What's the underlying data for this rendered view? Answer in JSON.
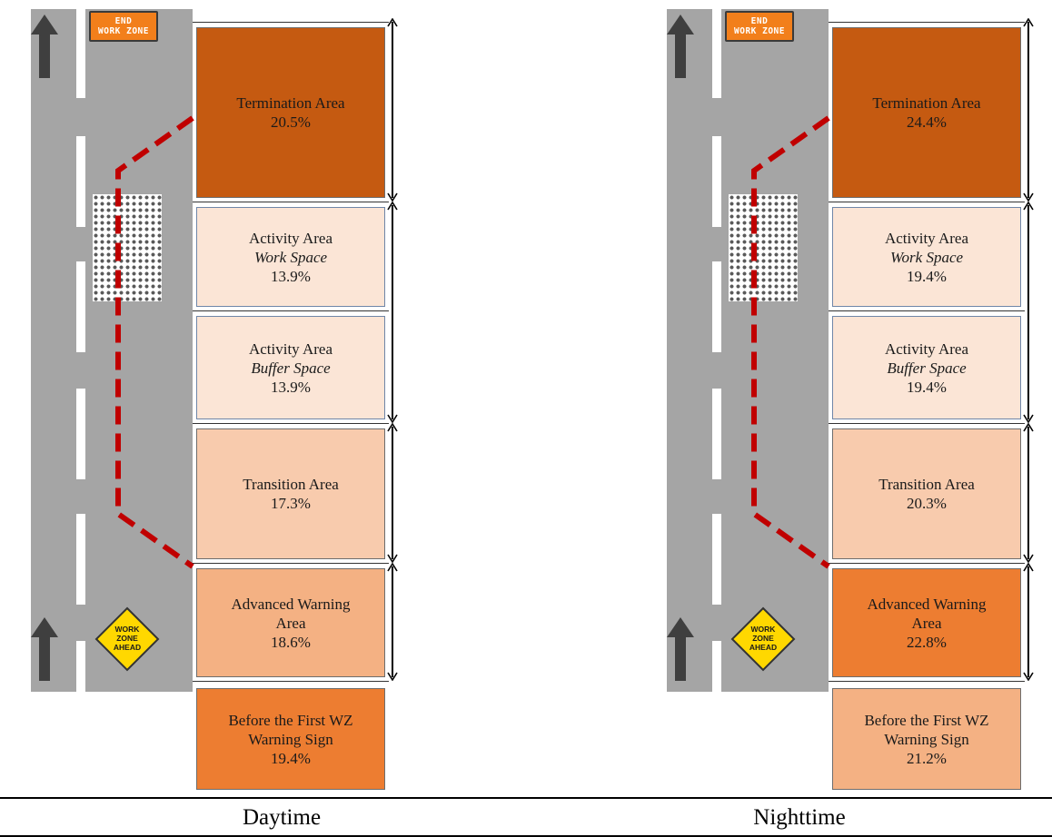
{
  "colors": {
    "road": "#a5a5a5",
    "lane_marking": "#ffffff",
    "cone_taper": "#c00000",
    "end_sign": "#f27f1b",
    "warning_sign": "#ffd800",
    "arrow": "#3f3f3f"
  },
  "icons": [
    "up-arrow-icon",
    "end-work-zone-sign-icon",
    "work-zone-ahead-sign-icon",
    "work-space-hatch-pattern"
  ],
  "signs": {
    "end_line1": "END",
    "end_line2": "WORK ZONE",
    "ahead_line1": "WORK",
    "ahead_line2": "ZONE",
    "ahead_line3": "AHEAD"
  },
  "panels": [
    {
      "caption": "Daytime",
      "sections": {
        "termination": {
          "title": "Termination Area",
          "value": "20.5%",
          "color": "#c55a11"
        },
        "work_space": {
          "title": "Activity Area",
          "sub": "Work Space",
          "value": "13.9%",
          "color": "#fbe5d6"
        },
        "buffer_space": {
          "title": "Activity Area",
          "sub": "Buffer Space",
          "value": "13.9%",
          "color": "#fbe5d6"
        },
        "transition": {
          "title": "Transition Area",
          "value": "17.3%",
          "color": "#f8cbad"
        },
        "advanced_warning": {
          "title_line1": "Advanced Warning",
          "title_line2": "Area",
          "value": "18.6%",
          "color": "#f4b183"
        },
        "before_first": {
          "title_line1": "Before the First WZ",
          "title_line2": "Warning Sign",
          "value": "19.4%",
          "color": "#ed7d31"
        }
      }
    },
    {
      "caption": "Nighttime",
      "sections": {
        "termination": {
          "title": "Termination Area",
          "value": "24.4%",
          "color": "#c55a11"
        },
        "work_space": {
          "title": "Activity Area",
          "sub": "Work Space",
          "value": "19.4%",
          "color": "#fbe5d6"
        },
        "buffer_space": {
          "title": "Activity Area",
          "sub": "Buffer Space",
          "value": "19.4%",
          "color": "#fbe5d6"
        },
        "transition": {
          "title": "Transition Area",
          "value": "20.3%",
          "color": "#f8cbad"
        },
        "advanced_warning": {
          "title_line1": "Advanced Warning",
          "title_line2": "Area",
          "value": "22.8%",
          "color": "#ed7d31"
        },
        "before_first": {
          "title_line1": "Before the First WZ",
          "title_line2": "Warning Sign",
          "value": "21.2%",
          "color": "#f4b183"
        }
      }
    }
  ]
}
